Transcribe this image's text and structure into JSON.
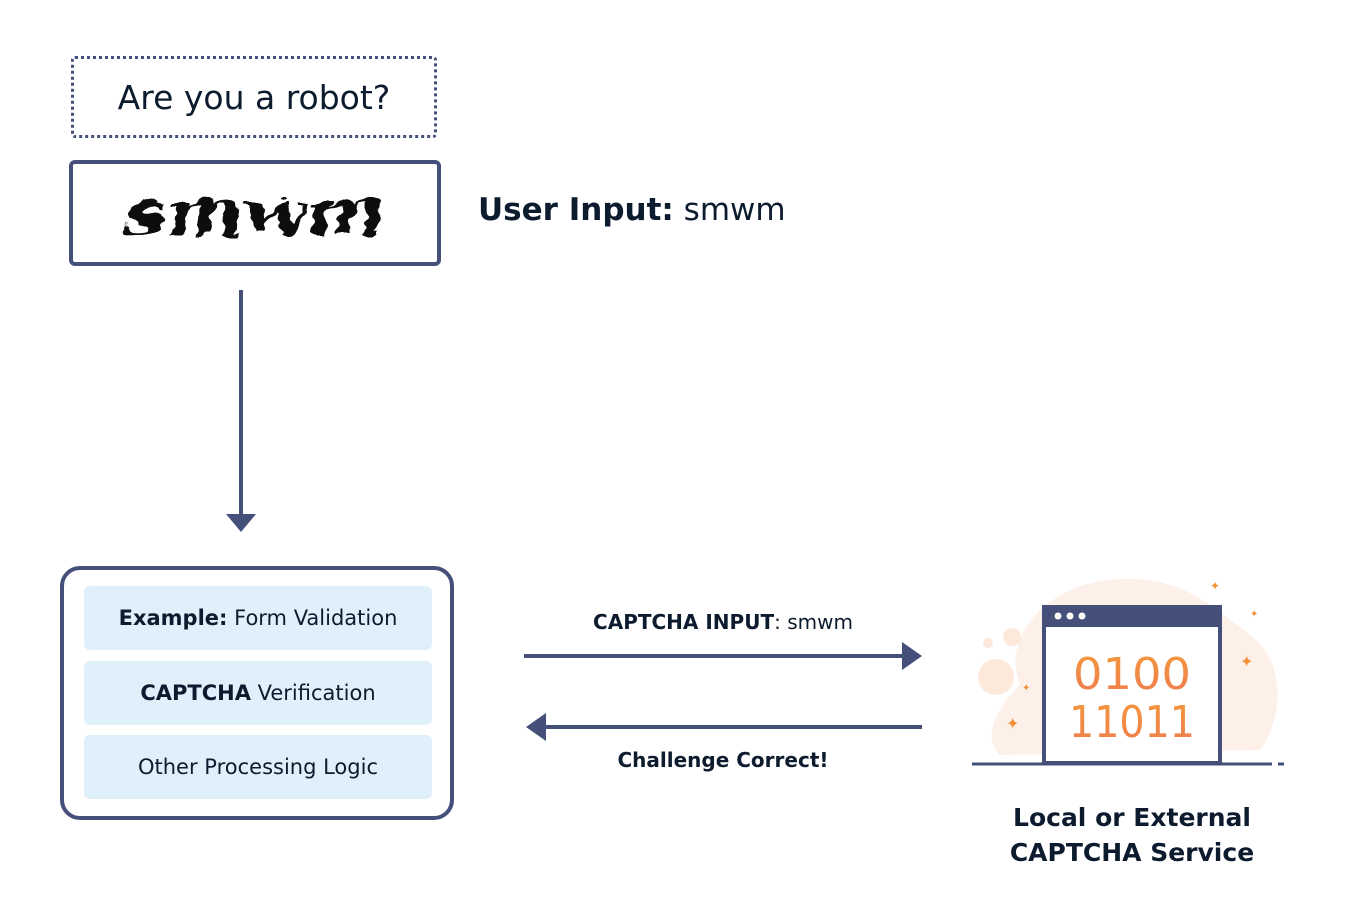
{
  "prompt": {
    "text": "Are you a robot?"
  },
  "captcha_image": {
    "text": "smwm"
  },
  "user_input": {
    "label": "User Input:",
    "value": "smwm"
  },
  "processing": {
    "steps": [
      {
        "bold": "Example:",
        "text": " Form Validation"
      },
      {
        "bold": "CAPTCHA",
        "text": " Verification"
      },
      {
        "bold": "",
        "text": "Other Processing Logic"
      }
    ]
  },
  "request_arrow": {
    "bold": "CAPTCHA INPUT",
    "text": ": smwm"
  },
  "response_arrow": {
    "text": "Challenge Correct!"
  },
  "service": {
    "binary_line1": "0100",
    "binary_line2": "11011",
    "label_line1": "Local or External",
    "label_line2": "CAPTCHA Service"
  },
  "colors": {
    "navy": "#45507a",
    "text": "#0d1b2e",
    "step_bg": "#e0f0fb",
    "accent": "#f2913a"
  }
}
